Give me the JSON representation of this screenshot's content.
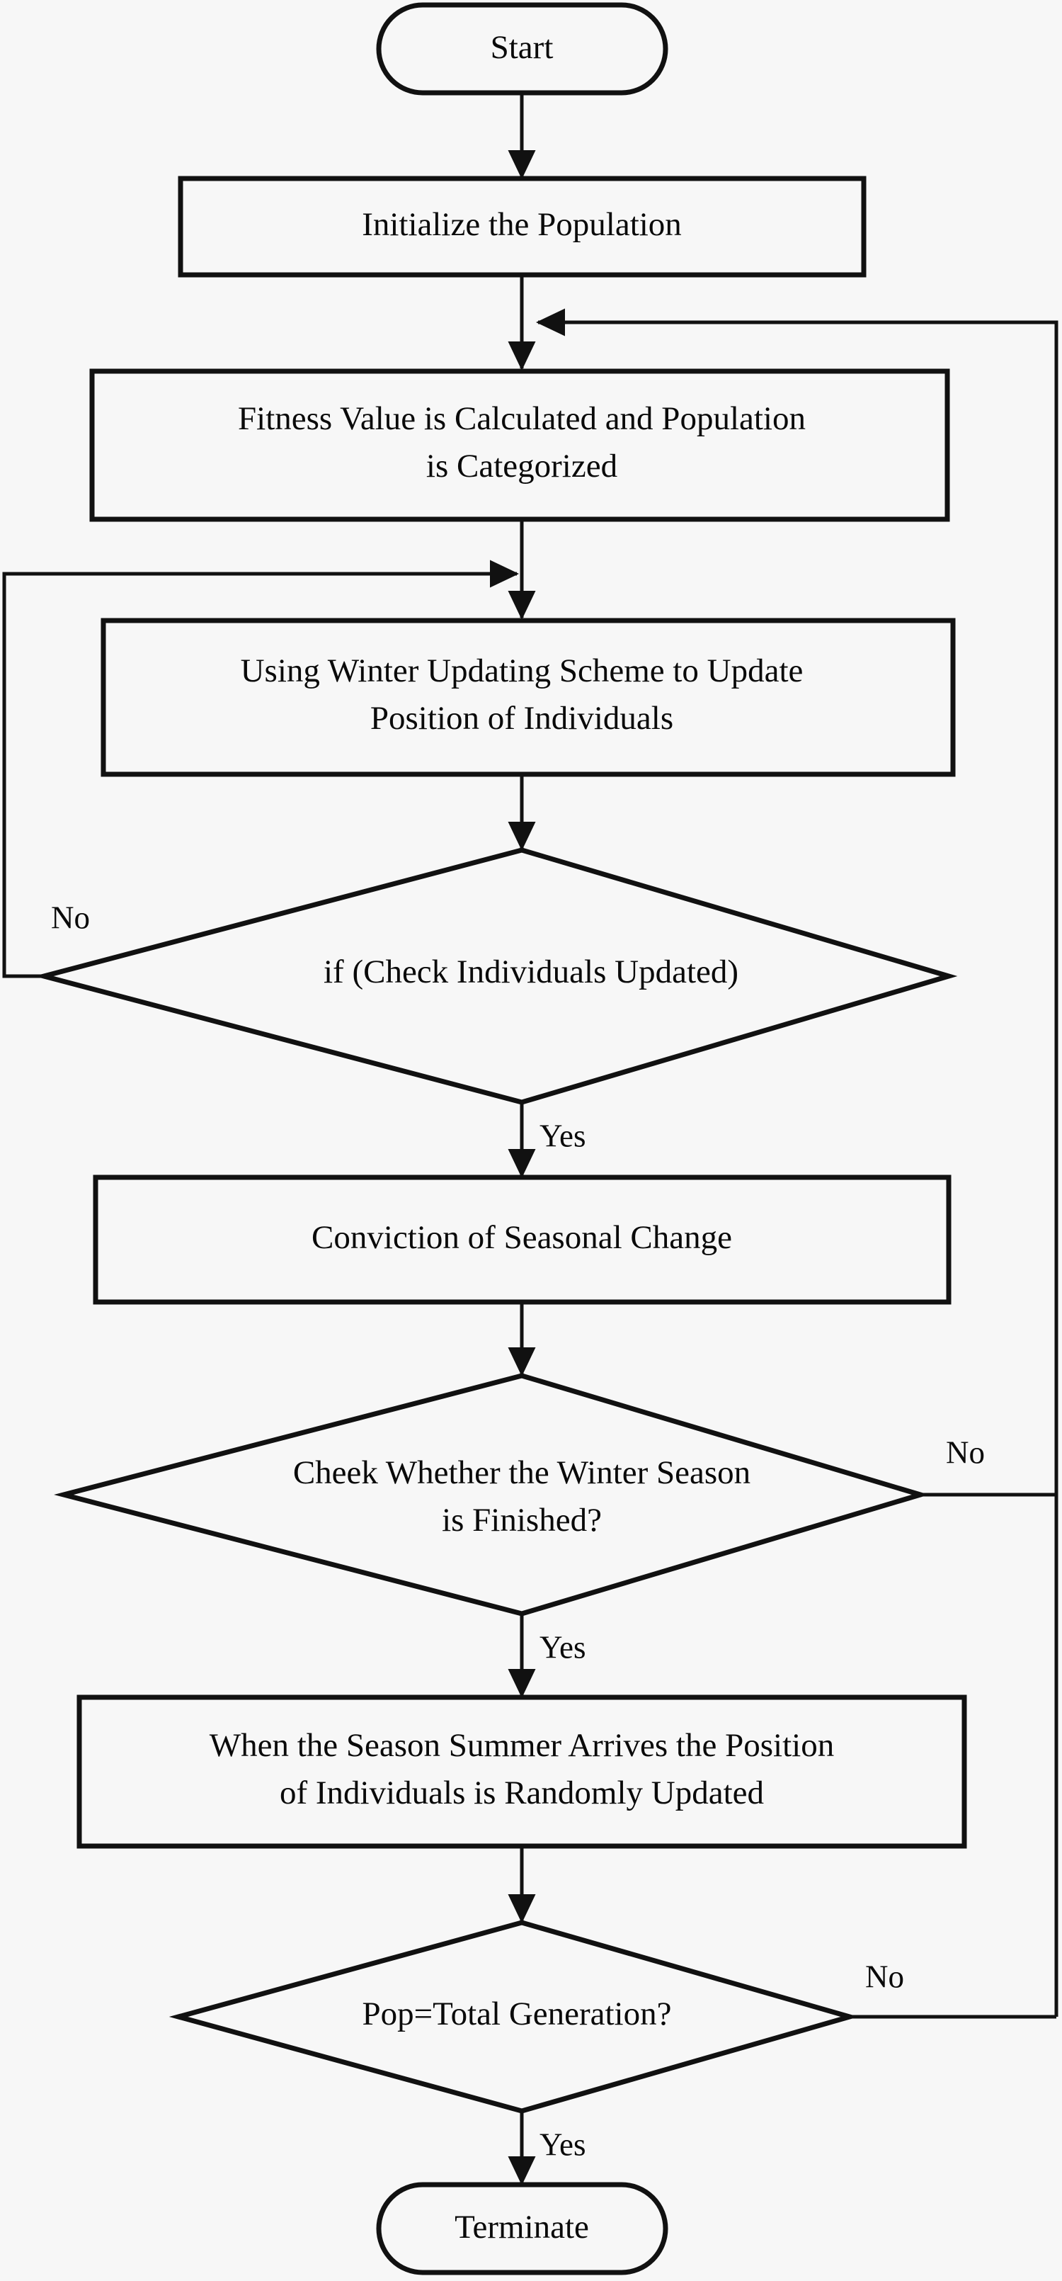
{
  "diagram": {
    "type": "flowchart",
    "orientation": "top-to-bottom",
    "background_color": "#f7f7f7",
    "line_color": "#111111",
    "text_color": "#0a0a0a",
    "nodes": [
      {
        "id": "start",
        "shape": "terminator",
        "label": "Start"
      },
      {
        "id": "init",
        "shape": "process",
        "label": "Initialize the Population"
      },
      {
        "id": "fitness",
        "shape": "process",
        "line1": "Fitness Value is Calculated and Population",
        "line2": "is Categorized"
      },
      {
        "id": "winter",
        "shape": "process",
        "line1": "Using Winter Updating Scheme to Update",
        "line2": "Position of Individuals"
      },
      {
        "id": "checkupd",
        "shape": "decision",
        "label": "if (Check Individuals Updated)"
      },
      {
        "id": "conviction",
        "shape": "process",
        "label": "Conviction of Seasonal Change"
      },
      {
        "id": "winterdone",
        "shape": "decision",
        "line1": "Cheek Whether the Winter Season",
        "line2": "is  Finished?"
      },
      {
        "id": "summer",
        "shape": "process",
        "line1": "When the Season Summer Arrives the Position",
        "line2": "of Individuals is Randomly Updated"
      },
      {
        "id": "popgen",
        "shape": "decision",
        "label": "Pop=Total Generation?"
      },
      {
        "id": "terminate",
        "shape": "terminator",
        "label": "Terminate"
      }
    ],
    "edge_labels": {
      "checkupd_no": "No",
      "checkupd_yes": "Yes",
      "winterdone_no": "No",
      "winterdone_yes": "Yes",
      "popgen_no": "No",
      "popgen_yes": "Yes"
    },
    "edges": [
      {
        "from": "start",
        "to": "init",
        "label": ""
      },
      {
        "from": "init",
        "to": "fitness",
        "label": ""
      },
      {
        "from": "fitness",
        "to": "winter",
        "label": ""
      },
      {
        "from": "winter",
        "to": "checkupd",
        "label": ""
      },
      {
        "from": "checkupd",
        "to": "winter",
        "label": "No",
        "route": "left-loop"
      },
      {
        "from": "checkupd",
        "to": "conviction",
        "label": "Yes"
      },
      {
        "from": "conviction",
        "to": "winterdone",
        "label": ""
      },
      {
        "from": "winterdone",
        "to": "fitness",
        "label": "No",
        "route": "right-loop"
      },
      {
        "from": "winterdone",
        "to": "summer",
        "label": "Yes"
      },
      {
        "from": "summer",
        "to": "popgen",
        "label": ""
      },
      {
        "from": "popgen",
        "to": "fitness",
        "label": "No",
        "route": "right-loop"
      },
      {
        "from": "popgen",
        "to": "terminate",
        "label": "Yes"
      }
    ]
  }
}
